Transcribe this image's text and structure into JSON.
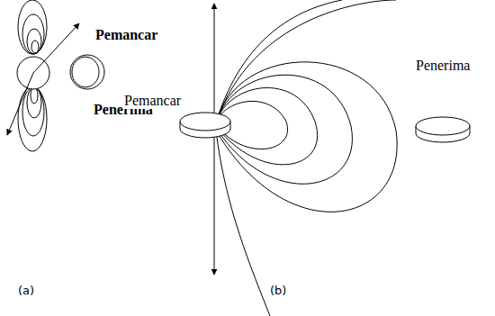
{
  "diagram": {
    "labels": [
      "Pemancar",
      "Penerima",
      "(a)",
      "Pemancar",
      "Penerima",
      "(b)"
    ]
  }
}
